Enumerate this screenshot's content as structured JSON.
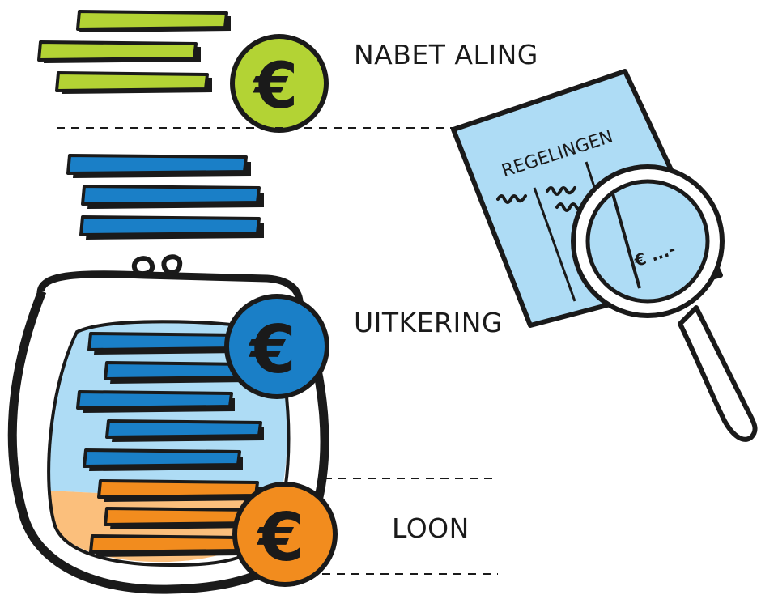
{
  "labels": {
    "nabetaling": "NABET ALING",
    "uitkering": "UITKERING",
    "loon": "LOON"
  },
  "document": {
    "title": "REGELINGEN",
    "magnified_text": "€ ...-"
  },
  "coins": {
    "symbol": "€"
  },
  "colors": {
    "green": "#b3d334",
    "blue": "#1a7fc7",
    "orange": "#f28c1e",
    "light_blue": "#aedcf5",
    "peach": "#fbbf7c",
    "outline": "#1a1a1a"
  },
  "icons": [
    "euro-coin-icon",
    "bill-stack-icon",
    "wallet-icon",
    "document-icon",
    "magnifier-icon"
  ]
}
